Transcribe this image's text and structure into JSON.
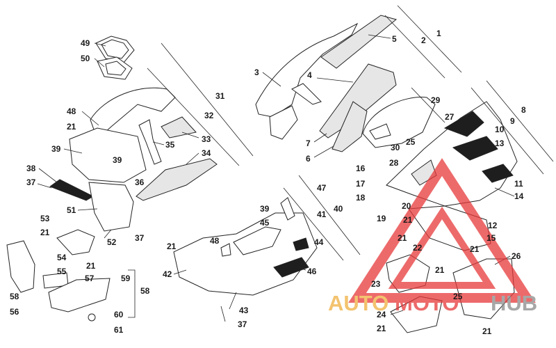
{
  "colors": {
    "line": "#222222",
    "foam": "#e6e6e6",
    "accent_dark": "#1e1e1e",
    "watermark_red": "#e8393a",
    "watermark_gold": "#f0b040",
    "watermark_grey": "#8a8a8a"
  },
  "watermark": {
    "text_a": "AUTO",
    "text_b": "MOTO",
    "text_c": "HUB"
  },
  "callouts": [
    {
      "id": "c1",
      "text": "1"
    },
    {
      "id": "c2",
      "text": "2"
    },
    {
      "id": "c3",
      "text": "3"
    },
    {
      "id": "c4",
      "text": "4"
    },
    {
      "id": "c5",
      "text": "5"
    },
    {
      "id": "c6",
      "text": "6"
    },
    {
      "id": "c7",
      "text": "7"
    },
    {
      "id": "c8",
      "text": "8"
    },
    {
      "id": "c9",
      "text": "9"
    },
    {
      "id": "c10",
      "text": "10"
    },
    {
      "id": "c11",
      "text": "11"
    },
    {
      "id": "c12",
      "text": "12"
    },
    {
      "id": "c13",
      "text": "13"
    },
    {
      "id": "c14",
      "text": "14"
    },
    {
      "id": "c15",
      "text": "15"
    },
    {
      "id": "c16",
      "text": "16"
    },
    {
      "id": "c17",
      "text": "17"
    },
    {
      "id": "c18",
      "text": "18"
    },
    {
      "id": "c19",
      "text": "19"
    },
    {
      "id": "c20",
      "text": "20"
    },
    {
      "id": "c21a",
      "text": "21"
    },
    {
      "id": "c21b",
      "text": "21"
    },
    {
      "id": "c21c",
      "text": "21"
    },
    {
      "id": "c21d",
      "text": "21"
    },
    {
      "id": "c21e",
      "text": "21"
    },
    {
      "id": "c21f",
      "text": "21"
    },
    {
      "id": "c21g",
      "text": "21"
    },
    {
      "id": "c21h",
      "text": "21"
    },
    {
      "id": "c21i",
      "text": "21"
    },
    {
      "id": "c21j",
      "text": "21"
    },
    {
      "id": "c22",
      "text": "22"
    },
    {
      "id": "c23",
      "text": "23"
    },
    {
      "id": "c24",
      "text": "24"
    },
    {
      "id": "c25a",
      "text": "25"
    },
    {
      "id": "c25b",
      "text": "25"
    },
    {
      "id": "c26",
      "text": "26"
    },
    {
      "id": "c27",
      "text": "27"
    },
    {
      "id": "c28",
      "text": "28"
    },
    {
      "id": "c29",
      "text": "29"
    },
    {
      "id": "c30",
      "text": "30"
    },
    {
      "id": "c31",
      "text": "31"
    },
    {
      "id": "c32",
      "text": "32"
    },
    {
      "id": "c33",
      "text": "33"
    },
    {
      "id": "c34",
      "text": "34"
    },
    {
      "id": "c35",
      "text": "35"
    },
    {
      "id": "c36",
      "text": "36"
    },
    {
      "id": "c37a",
      "text": "37"
    },
    {
      "id": "c37b",
      "text": "37"
    },
    {
      "id": "c37c",
      "text": "37"
    },
    {
      "id": "c38",
      "text": "38"
    },
    {
      "id": "c39a",
      "text": "39"
    },
    {
      "id": "c39b",
      "text": "39"
    },
    {
      "id": "c39c",
      "text": "39"
    },
    {
      "id": "c40",
      "text": "40"
    },
    {
      "id": "c41",
      "text": "41"
    },
    {
      "id": "c42",
      "text": "42"
    },
    {
      "id": "c43",
      "text": "43"
    },
    {
      "id": "c44",
      "text": "44"
    },
    {
      "id": "c45",
      "text": "45"
    },
    {
      "id": "c46",
      "text": "46"
    },
    {
      "id": "c47",
      "text": "47"
    },
    {
      "id": "c48a",
      "text": "48"
    },
    {
      "id": "c48b",
      "text": "48"
    },
    {
      "id": "c49",
      "text": "49"
    },
    {
      "id": "c50",
      "text": "50"
    },
    {
      "id": "c51",
      "text": "51"
    },
    {
      "id": "c52",
      "text": "52"
    },
    {
      "id": "c53",
      "text": "53"
    },
    {
      "id": "c54",
      "text": "54"
    },
    {
      "id": "c55",
      "text": "55"
    },
    {
      "id": "c56",
      "text": "56"
    },
    {
      "id": "c57",
      "text": "57"
    },
    {
      "id": "c58a",
      "text": "58"
    },
    {
      "id": "c58b",
      "text": "58"
    },
    {
      "id": "c59",
      "text": "59"
    },
    {
      "id": "c60",
      "text": "60"
    },
    {
      "id": "c61",
      "text": "61"
    }
  ]
}
